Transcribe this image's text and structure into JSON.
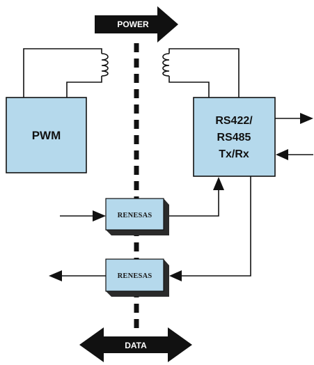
{
  "labels": {
    "power": "POWER",
    "data": "DATA",
    "pwm": "PWM",
    "rs_line1": "RS422/",
    "rs_line2": "RS485",
    "rs_line3": "Tx/Rx",
    "chip_top": "RENESAS",
    "chip_bottom": "RENESAS"
  },
  "colors": {
    "box_fill": "#b5d9ec",
    "chip_fill": "#b5d9ec",
    "chip_side": "#2b2b2b",
    "line": "#111111",
    "arrow_fill": "#111111"
  }
}
